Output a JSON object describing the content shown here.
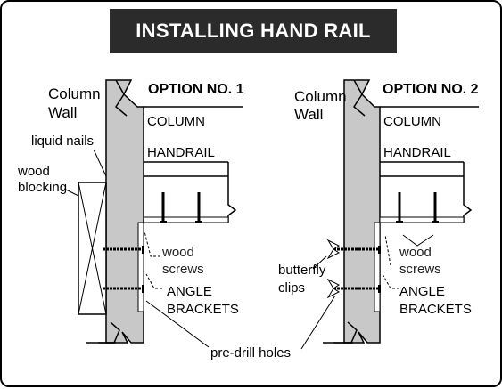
{
  "title": "INSTALLING HAND RAIL",
  "option1": {
    "heading": "OPTION NO. 1",
    "column_wall": [
      "Column",
      "Wall"
    ],
    "column": "COLUMN",
    "handrail": "HANDRAIL",
    "liquid_nails": "liquid nails",
    "wood_blocking": [
      "wood",
      "blocking"
    ],
    "wood_screws": [
      "wood",
      "screws"
    ],
    "angle_brackets": [
      "ANGLE",
      "BRACKETS"
    ]
  },
  "option2": {
    "heading": "OPTION NO. 2",
    "column_wall": [
      "Column",
      "Wall"
    ],
    "column": "COLUMN",
    "handrail": "HANDRAIL",
    "butterfly_clips": [
      "butterfly",
      "clips"
    ],
    "wood_screws": [
      "wood",
      "screws"
    ],
    "angle_brackets": [
      "ANGLE",
      "BRACKETS"
    ]
  },
  "pre_drill_holes": "pre-drill holes",
  "colors": {
    "wall_fill": "#c8c8c8",
    "title_bg": "#2b2b2b",
    "title_text": "#ffffff",
    "line": "#000000"
  }
}
